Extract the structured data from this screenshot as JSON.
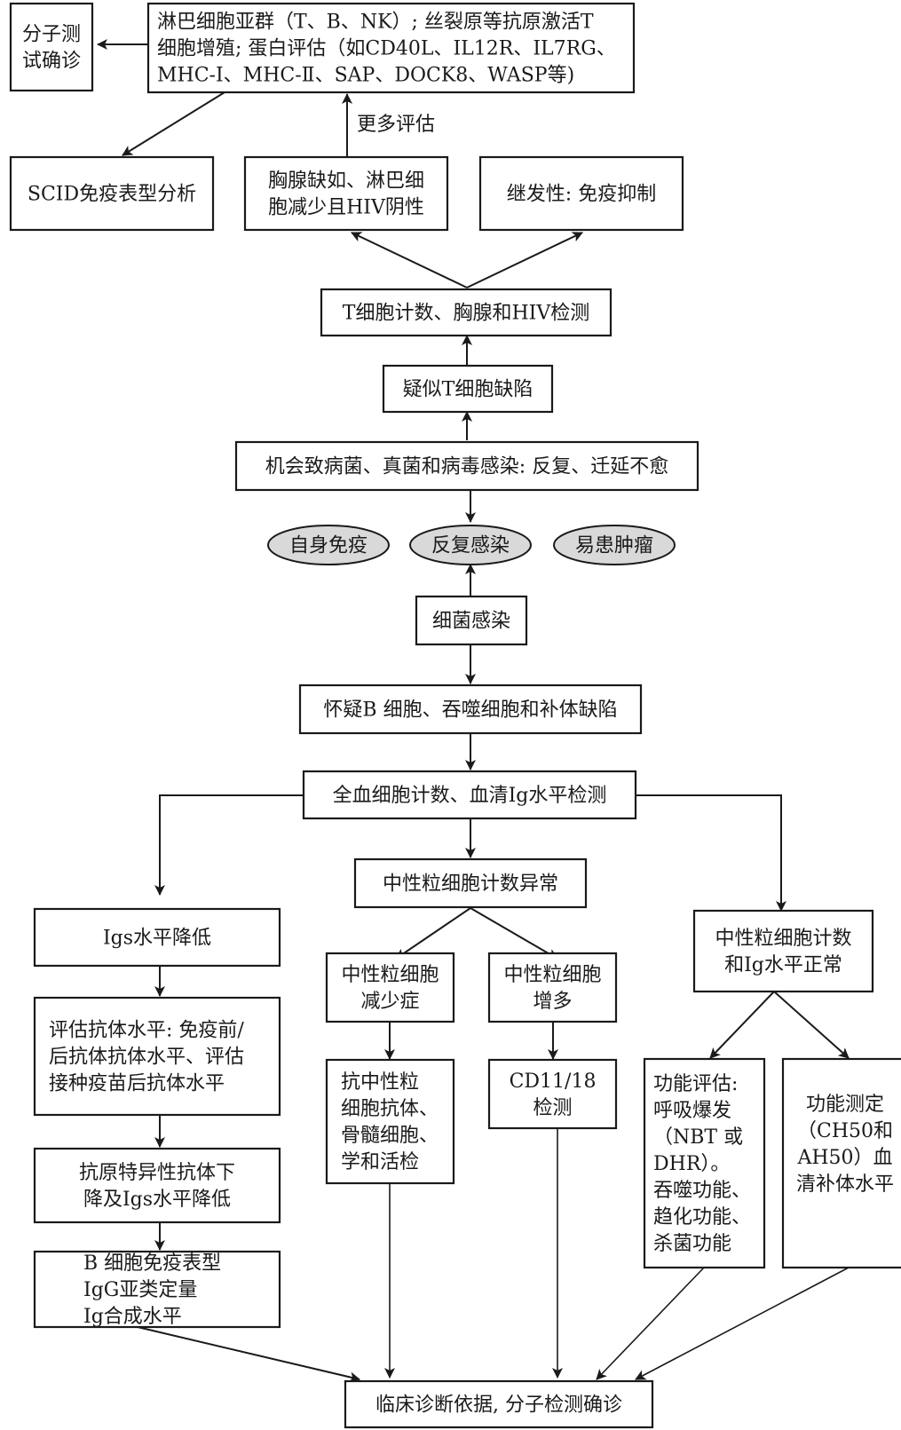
{
  "diagram": {
    "type": "flowchart",
    "title": "",
    "colors": {
      "line": "#1a1a1a",
      "box_fill": "#ffffff",
      "ellipse_fill": "#d9d9d9"
    },
    "nodes": {
      "molecular_confirm": {
        "lines": [
          "分子测",
          "试确诊"
        ]
      },
      "lymph_subsets": {
        "lines": [
          "淋巴细胞亚群（T、B、NK）; 丝裂原等抗原激活T",
          "细胞增殖; 蛋白评估（如CD40L、IL12R、IL7RG、",
          "MHC-Ⅰ、MHC-Ⅱ、SAP、DOCK8、WASP等)"
        ]
      },
      "scid_phenotype": {
        "lines": [
          "SCID免疫表型分析"
        ]
      },
      "thymus_absent": {
        "lines": [
          "胸腺缺如、淋巴细",
          "胞减少且HIV阴性"
        ]
      },
      "secondary": {
        "lines": [
          "继发性: 免疫抑制"
        ]
      },
      "t_cell_count": {
        "lines": [
          "T细胞计数、胸腺和HIV检测"
        ]
      },
      "suspect_t_defect": {
        "lines": [
          "疑似T细胞缺陷"
        ]
      },
      "opportunistic": {
        "lines": [
          "机会致病菌、真菌和病毒感染: 反复、迁延不愈"
        ]
      },
      "autoimmune": {
        "lines": [
          "自身免疫"
        ]
      },
      "recurrent_infection": {
        "lines": [
          "反复感染"
        ]
      },
      "tumor_prone": {
        "lines": [
          "易患肿瘤"
        ]
      },
      "bacterial_infection": {
        "lines": [
          "细菌感染"
        ]
      },
      "suspect_b_defect": {
        "lines": [
          "怀疑B 细胞、吞噬细胞和补体缺陷"
        ]
      },
      "cbc_ig": {
        "lines": [
          "全血细胞计数、血清Ig水平检测"
        ]
      },
      "neutrophil_abnormal": {
        "lines": [
          "中性粒细胞计数异常"
        ]
      },
      "igs_low": {
        "lines": [
          "Igs水平降低"
        ]
      },
      "neutropenia": {
        "lines": [
          "中性粒细胞",
          "减少症"
        ]
      },
      "neutrophilia": {
        "lines": [
          "中性粒细胞",
          "增多"
        ]
      },
      "normal_counts": {
        "lines": [
          "中性粒细胞计数",
          "和Ig水平正常"
        ]
      },
      "antibody_eval": {
        "lines": [
          "评估抗体水平: 免疫前/",
          "后抗体抗体水平、评估",
          "接种疫苗后抗体水平"
        ]
      },
      "anti_neutrophil": {
        "lines": [
          "抗中性粒",
          "细胞抗体、",
          "骨髓细胞、",
          "学和活检"
        ]
      },
      "cd11_18": {
        "lines": [
          "CD11/18",
          "检测"
        ]
      },
      "function_eval": {
        "lines": [
          "功能评估:",
          "呼吸爆发",
          "（NBT 或",
          "DHR）。",
          "吞噬功能、",
          "趋化功能、",
          "杀菌功能"
        ]
      },
      "complement": {
        "lines": [
          "功能测定",
          "（CH50和",
          "AH50）血",
          "清补体水平"
        ]
      },
      "antigen_specific": {
        "lines": [
          "抗原特异性抗体下",
          "降及Igs水平降低"
        ]
      },
      "b_cell_phenotype": {
        "lines": [
          "B 细胞免疫表型",
          "IgG亚类定量",
          "Ig合成水平"
        ]
      },
      "clinical_diagnosis": {
        "lines": [
          "临床诊断依据, 分子检测确诊"
        ]
      }
    },
    "edge_labels": {
      "more_eval": "更多评估"
    },
    "edges": [
      {
        "from": "lymph_subsets",
        "to": "molecular_confirm"
      },
      {
        "from": "lymph_subsets",
        "to": "scid_phenotype"
      },
      {
        "from": "thymus_absent",
        "to": "lymph_subsets",
        "label": "更多评估"
      },
      {
        "from": "t_cell_count",
        "to": "thymus_absent"
      },
      {
        "from": "t_cell_count",
        "to": "secondary"
      },
      {
        "from": "suspect_t_defect",
        "to": "t_cell_count"
      },
      {
        "from": "opportunistic",
        "to": "suspect_t_defect"
      },
      {
        "from": "opportunistic",
        "to": "recurrent_infection"
      },
      {
        "from": "bacterial_infection",
        "to": "recurrent_infection"
      },
      {
        "from": "bacterial_infection",
        "to": "suspect_b_defect"
      },
      {
        "from": "suspect_b_defect",
        "to": "cbc_ig"
      },
      {
        "from": "cbc_ig",
        "to": "igs_low"
      },
      {
        "from": "cbc_ig",
        "to": "neutrophil_abnormal"
      },
      {
        "from": "cbc_ig",
        "to": "normal_counts"
      },
      {
        "from": "neutrophil_abnormal",
        "to": "neutropenia"
      },
      {
        "from": "neutrophil_abnormal",
        "to": "neutrophilia"
      },
      {
        "from": "igs_low",
        "to": "antibody_eval"
      },
      {
        "from": "antibody_eval",
        "to": "antigen_specific"
      },
      {
        "from": "antigen_specific",
        "to": "b_cell_phenotype"
      },
      {
        "from": "neutropenia",
        "to": "anti_neutrophil"
      },
      {
        "from": "neutrophilia",
        "to": "cd11_18"
      },
      {
        "from": "normal_counts",
        "to": "function_eval"
      },
      {
        "from": "normal_counts",
        "to": "complement"
      },
      {
        "from": "b_cell_phenotype",
        "to": "clinical_diagnosis"
      },
      {
        "from": "anti_neutrophil",
        "to": "clinical_diagnosis"
      },
      {
        "from": "cd11_18",
        "to": "clinical_diagnosis"
      },
      {
        "from": "function_eval",
        "to": "clinical_diagnosis"
      },
      {
        "from": "complement",
        "to": "clinical_diagnosis"
      }
    ]
  }
}
